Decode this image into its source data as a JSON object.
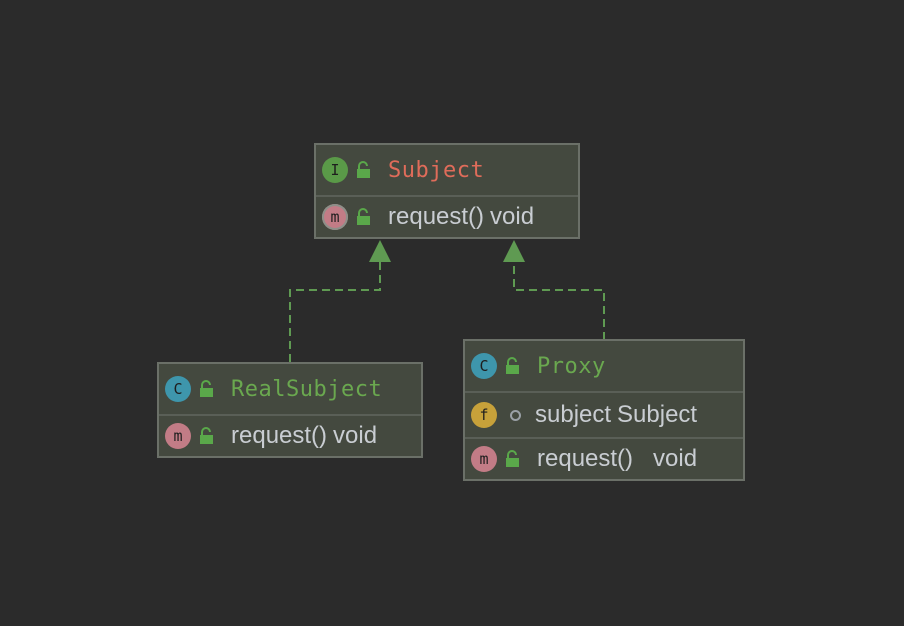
{
  "colors": {
    "background": "#2b2b2b",
    "node_fill": "#44493f",
    "node_border": "#6b7068",
    "interface_title": "#e06c5a",
    "class_title": "#6aa84f",
    "member_text": "#c9cdd2",
    "edge": "#5f9a52"
  },
  "nodes": {
    "subject": {
      "kind_icon": "interface-icon",
      "kind_letter": "I",
      "name": "Subject",
      "methods": [
        {
          "icon": "method-icon",
          "letter": "m",
          "name": "request()",
          "type": "void"
        }
      ]
    },
    "real_subject": {
      "kind_icon": "class-icon",
      "kind_letter": "C",
      "name": "RealSubject",
      "methods": [
        {
          "icon": "method-icon",
          "letter": "m",
          "name": "request()",
          "type": "void"
        }
      ]
    },
    "proxy": {
      "kind_icon": "class-icon",
      "kind_letter": "C",
      "name": "Proxy",
      "fields": [
        {
          "icon": "field-icon",
          "letter": "f",
          "name": "subject",
          "type": "Subject"
        }
      ],
      "methods": [
        {
          "icon": "method-icon",
          "letter": "m",
          "name": "request()",
          "type": "void"
        }
      ]
    }
  },
  "edges": [
    {
      "from": "RealSubject",
      "to": "Subject",
      "relation": "implements",
      "style": "dashed"
    },
    {
      "from": "Proxy",
      "to": "Subject",
      "relation": "implements",
      "style": "dashed"
    }
  ]
}
